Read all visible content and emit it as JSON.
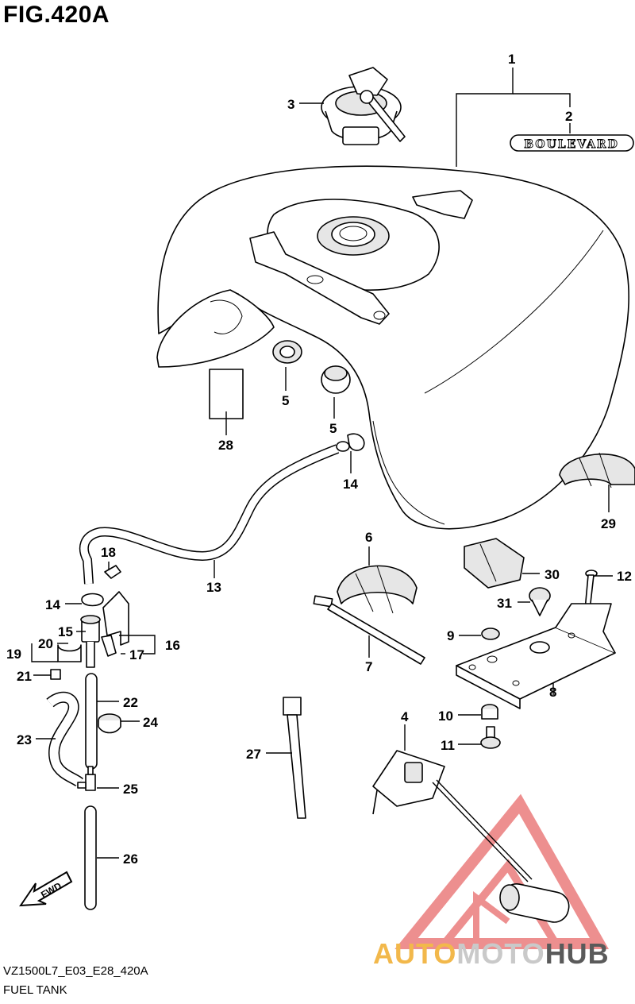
{
  "figure": {
    "title": "FIG.420A",
    "code": "VZ1500L7_E03_E28_420A",
    "name": "FUEL TANK"
  },
  "emblem_text": "BOULEVARD",
  "fwd_text": "FWD",
  "callouts": [
    "1",
    "2",
    "3",
    "4",
    "5",
    "5",
    "6",
    "7",
    "8",
    "9",
    "10",
    "11",
    "12",
    "13",
    "14",
    "14",
    "15",
    "16",
    "17",
    "18",
    "19",
    "20",
    "21",
    "22",
    "23",
    "24",
    "25",
    "26",
    "27",
    "28",
    "29",
    "30",
    "31"
  ],
  "watermark": {
    "word_a": "AUTO",
    "word_b": "MOTO",
    "word_c": "HUB",
    "color_a": "#f2b84b",
    "color_b": "#c9c9c9",
    "color_c": "#5a5a5a",
    "logo_color": "#e86a6a"
  }
}
